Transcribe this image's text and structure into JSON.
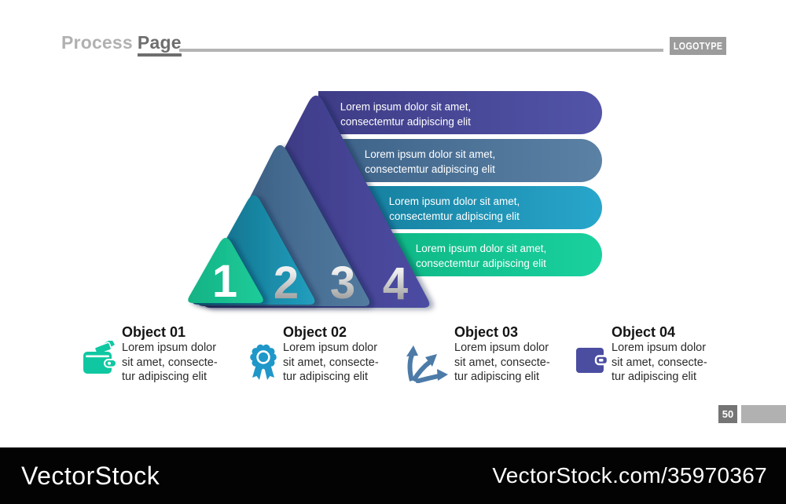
{
  "slide": {
    "title_light": "Process",
    "title_dark": "Page",
    "logotype": "LOGOTYPE",
    "page_number": "50"
  },
  "pyramid": {
    "banners": [
      {
        "line1": "Lorem ipsum dolor sit amet,",
        "line2": "consectemtur adipiscing elit",
        "color": "#4a4b9e"
      },
      {
        "line1": "Lorem ipsum dolor sit amet,",
        "line2": "consectemtur adipiscing elit",
        "color": "#4d7498"
      },
      {
        "line1": "Lorem ipsum dolor sit amet,",
        "line2": "consectemtur adipiscing elit",
        "color": "#2097bd"
      },
      {
        "line1": "Lorem ipsum dolor sit amet,",
        "line2": "consectemtur adipiscing elit",
        "color": "#12c794"
      }
    ],
    "steps": [
      {
        "number": "1",
        "color": "#1bc593"
      },
      {
        "number": "2",
        "color": "#1a87ae"
      },
      {
        "number": "3",
        "color": "#45688e"
      },
      {
        "number": "4",
        "color": "#44439a"
      }
    ]
  },
  "objects": [
    {
      "title": "Object 01",
      "body": "Lorem ipsum dolor\nsit amet, consecte-\ntur adipiscing elit",
      "icon": "wallet-cards-icon",
      "color": "#0fc8a2"
    },
    {
      "title": "Object 02",
      "body": "Lorem ipsum dolor\nsit amet, consecte-\ntur adipiscing elit",
      "icon": "rosette-award-icon",
      "color": "#1f97c9"
    },
    {
      "title": "Object 03",
      "body": "Lorem ipsum dolor\nsit amet, consecte-\ntur adipiscing elit",
      "icon": "branch-arrows-icon",
      "color": "#4d7ba8"
    },
    {
      "title": "Object 04",
      "body": "Lorem ipsum dolor\nsit amet, consecte-\ntur adipiscing elit",
      "icon": "wallet-flat-icon",
      "color": "#4a4da0"
    }
  ],
  "watermark": {
    "brand": "VectorStock",
    "url_text": "VectorStock.com/35970367"
  }
}
